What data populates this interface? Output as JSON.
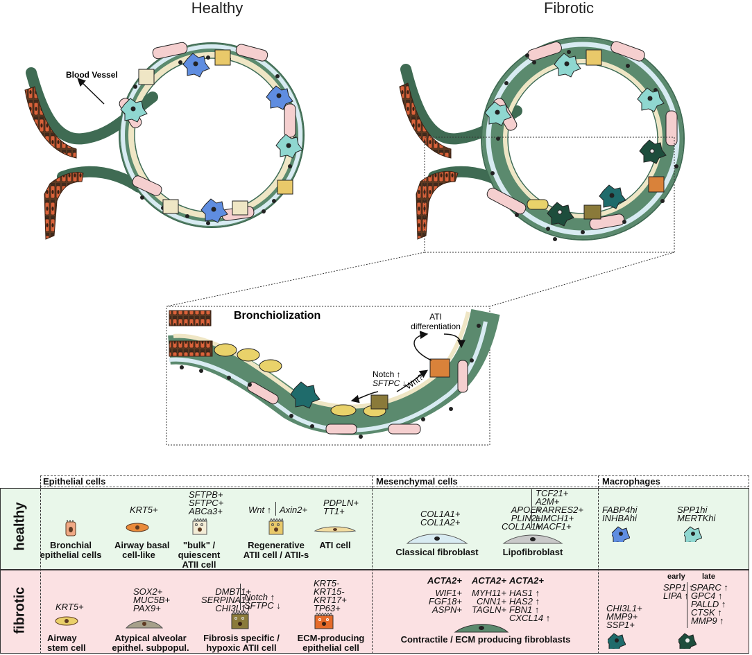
{
  "panels": {
    "healthy_title": "Healthy",
    "fibrotic_title": "Fibrotic"
  },
  "labels": {
    "blood_vessel": "Blood Vessel",
    "bronchiolization": "Bronchiolization",
    "ati_differentiation_1": "ATI",
    "ati_differentiation_2": "differentiation",
    "notch": "Notch ↑",
    "sftpc": "SFTPC ↓",
    "wnt": "Wnt?"
  },
  "table": {
    "headers": {
      "epithelial": "Epithelial cells",
      "mesenchymal": "Mesenchymal cells",
      "macrophages": "Macrophages"
    },
    "rows": {
      "healthy": "healthy",
      "fibrotic": "fibrotic"
    },
    "healthy_cells": {
      "bronchial": {
        "label_1": "Bronchial",
        "label_2": "epithelial cells"
      },
      "airway_basal": {
        "marker": "KRT5+",
        "label_1": "Airway basal",
        "label_2": "cell-like"
      },
      "bulk_atii": {
        "markers": [
          "SFTPB+",
          "SFTPC+",
          "ABCa3+"
        ],
        "label_1": "\"bulk\" /",
        "label_2": "quiescent",
        "label_3": "ATII cell"
      },
      "regenerative": {
        "marker_left": "Wnt ↑",
        "marker_right": "Axin2+",
        "label_1": "Regenerative",
        "label_2": "ATII cell / ATII-s"
      },
      "ati": {
        "markers": [
          "PDPLN+",
          "TT1+"
        ],
        "label": "ATI cell"
      },
      "classical_fibroblast": {
        "markers": [
          "COL1A1+",
          "COL1A2+"
        ],
        "label": "Classical fibroblast"
      },
      "lipofibroblast": {
        "markers_left": [
          "APOE+",
          "PLIN2+",
          "COL1A1+"
        ],
        "markers_right": [
          "TCF21+",
          "A2M+",
          "RARRES2+",
          "LIMCH1+",
          "MACF1+"
        ],
        "label": "Lipofibroblast"
      },
      "macrophage_1": {
        "markers": [
          "FABP4hi",
          "INHBAhi"
        ]
      },
      "macrophage_2": {
        "markers": [
          "SPP1hi",
          "MERTKhi"
        ]
      }
    },
    "fibrotic_cells": {
      "airway_stem": {
        "marker": "KRT5+",
        "label_1": "Airway",
        "label_2": "stem cell"
      },
      "atypical": {
        "markers": [
          "SOX2+",
          "MUC5B+",
          "PAX9+"
        ],
        "label_1": "Atypical alveolar",
        "label_2": "epithel. subpopul."
      },
      "fibrosis_specific": {
        "markers_left": [
          "DMBT1+",
          "SERPINA1+",
          "CHI3L1+"
        ],
        "markers_right": [
          "Notch ↑",
          "SFTPC ↓"
        ],
        "label_1": "Fibrosis specific /",
        "label_2": "hypoxic ATII cell"
      },
      "ecm_epithelial": {
        "markers": [
          "KRT5-",
          "KRT15-",
          "KRT17+",
          "TP63+"
        ],
        "label_1": "ECM-producing",
        "label_2": "epithelial cell"
      },
      "contractile": {
        "col1": [
          "ACTA2+",
          "WIF1+",
          "FGF18+",
          "ASPN+"
        ],
        "col2": [
          "ACTA2+",
          "MYH11+",
          "CNN1+",
          "TAGLN+"
        ],
        "col3": [
          "ACTA2+",
          "HAS1 ↑",
          "HAS2 ↑",
          "FBN1 ↑",
          "CXCL14 ↑"
        ],
        "label": "Contractile / ECM producing fibroblasts"
      },
      "macrophage_a": {
        "markers": [
          "CHI3L1+",
          "MMP9+",
          "SSP1+"
        ]
      },
      "macrophage_early": {
        "title": "early",
        "markers": [
          "SPP1 ↑",
          "LIPA ↑"
        ]
      },
      "macrophage_late": {
        "title": "late",
        "markers": [
          "SPARC ↑",
          "GPC4 ↑",
          "PALLD ↑",
          "CTSK ↑",
          "MMP9 ↑"
        ]
      }
    }
  },
  "colors": {
    "bronchial": "#d9623a",
    "tissue": "#5b8a6e",
    "tissue_dark": "#3f6b53",
    "atii": "#efe6c5",
    "ati": "#f2dca0",
    "pink": "#f5cfcf",
    "lightblue": "#d8ebf2",
    "mac_blue": "#5f8de0",
    "mac_cyan": "#8fd7d0",
    "mac_teal": "#1f6b6b",
    "mac_dark": "#1d4d3c",
    "healthy_bg": "#e9f7ea",
    "fibrotic_bg": "#fbe1e3"
  }
}
